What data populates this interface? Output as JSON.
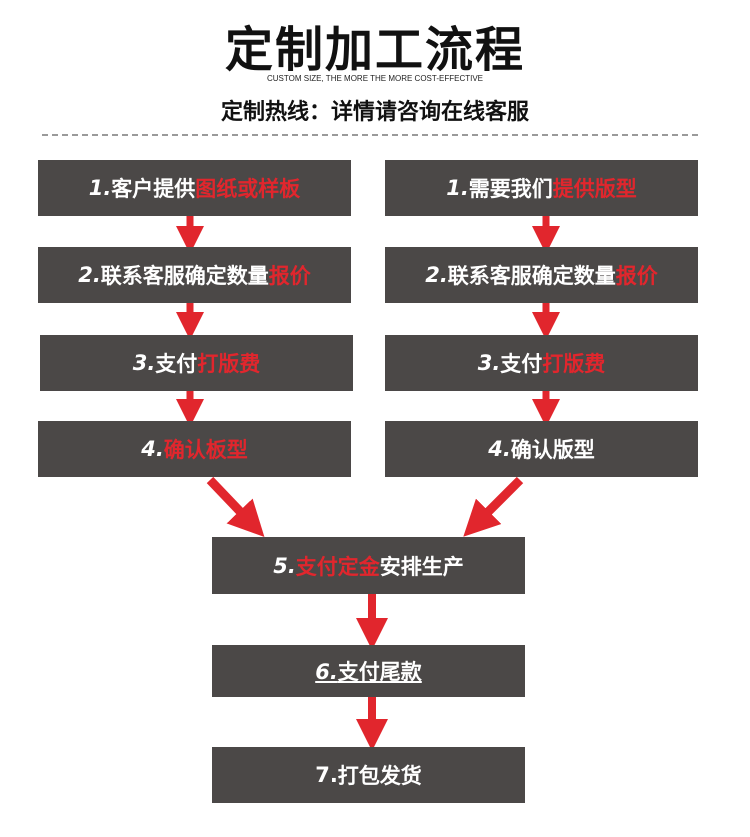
{
  "header": {
    "title": "定制加工流程",
    "subtitle_en": "CUSTOM SIZE, THE MORE THE MORE COST-EFFECTIVE",
    "hotline": "定制热线：详情请咨询在线客服"
  },
  "left_column": {
    "steps": [
      {
        "num": "1.",
        "text": "客户提供",
        "highlight": "图纸或样板"
      },
      {
        "num": "2.",
        "text": "联系客服确定数量",
        "highlight": "报价"
      },
      {
        "num": "3.",
        "text": "支付",
        "highlight": "打版费"
      },
      {
        "num": "4.",
        "text": "",
        "highlight": "确认板型"
      }
    ]
  },
  "right_column": {
    "steps": [
      {
        "num": "1.",
        "text": "需要我们",
        "highlight": "提供版型"
      },
      {
        "num": "2.",
        "text": "联系客服确定数量",
        "highlight": "报价"
      },
      {
        "num": "3.",
        "text": "支付",
        "highlight": "打版费"
      },
      {
        "num": "4.",
        "text": "确认版型",
        "highlight": ""
      }
    ]
  },
  "merge_steps": [
    {
      "num": "5.",
      "highlight": "支付定金",
      "text": "安排生产"
    },
    {
      "num": "6.",
      "highlight": "",
      "text": "支付尾款"
    },
    {
      "num": "7.",
      "highlight": "",
      "text": "打包发货"
    }
  ],
  "colors": {
    "box_bg": "#4b4847",
    "box_text": "#ffffff",
    "highlight": "#e1262d",
    "arrow": "#e1262d"
  }
}
